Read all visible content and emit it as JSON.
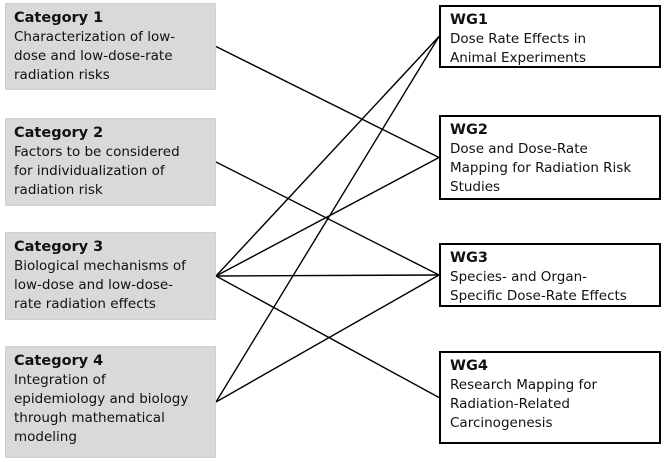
{
  "categories": [
    {
      "id": "cat-1",
      "title": "Category 1",
      "text": "Characterization of low-\ndose and low-dose-rate\nradiation risks"
    },
    {
      "id": "cat-2",
      "title": "Category 2",
      "text": "Factors to be considered\nfor individualization of\nradiation risk"
    },
    {
      "id": "cat-3",
      "title": "Category 3",
      "text": "Biological mechanisms of\nlow-dose and low-dose-\nrate radiation effects"
    },
    {
      "id": "cat-4",
      "title": "Category 4",
      "text": "Integration of\nepidemiology and biology\nthrough mathematical\nmodeling"
    }
  ],
  "working_groups": [
    {
      "id": "wg-1",
      "title": "WG1",
      "text": "Dose Rate Effects in\nAnimal Experiments"
    },
    {
      "id": "wg-2",
      "title": "WG2",
      "text": "Dose and Dose-Rate\nMapping for Radiation Risk\nStudies"
    },
    {
      "id": "wg-3",
      "title": "WG3",
      "text": "Species- and Organ-\nSpecific Dose-Rate Effects"
    },
    {
      "id": "wg-4",
      "title": "WG4",
      "text": "Research Mapping for\nRadiation-Related\nCarcinogenesis"
    }
  ],
  "links": [
    {
      "from": "cat-1",
      "to": "wg-2"
    },
    {
      "from": "cat-2",
      "to": "wg-3"
    },
    {
      "from": "cat-3",
      "to": "wg-1"
    },
    {
      "from": "cat-3",
      "to": "wg-2"
    },
    {
      "from": "cat-3",
      "to": "wg-3"
    },
    {
      "from": "cat-3",
      "to": "wg-4"
    },
    {
      "from": "cat-4",
      "to": "wg-1"
    },
    {
      "from": "cat-4",
      "to": "wg-3"
    }
  ]
}
